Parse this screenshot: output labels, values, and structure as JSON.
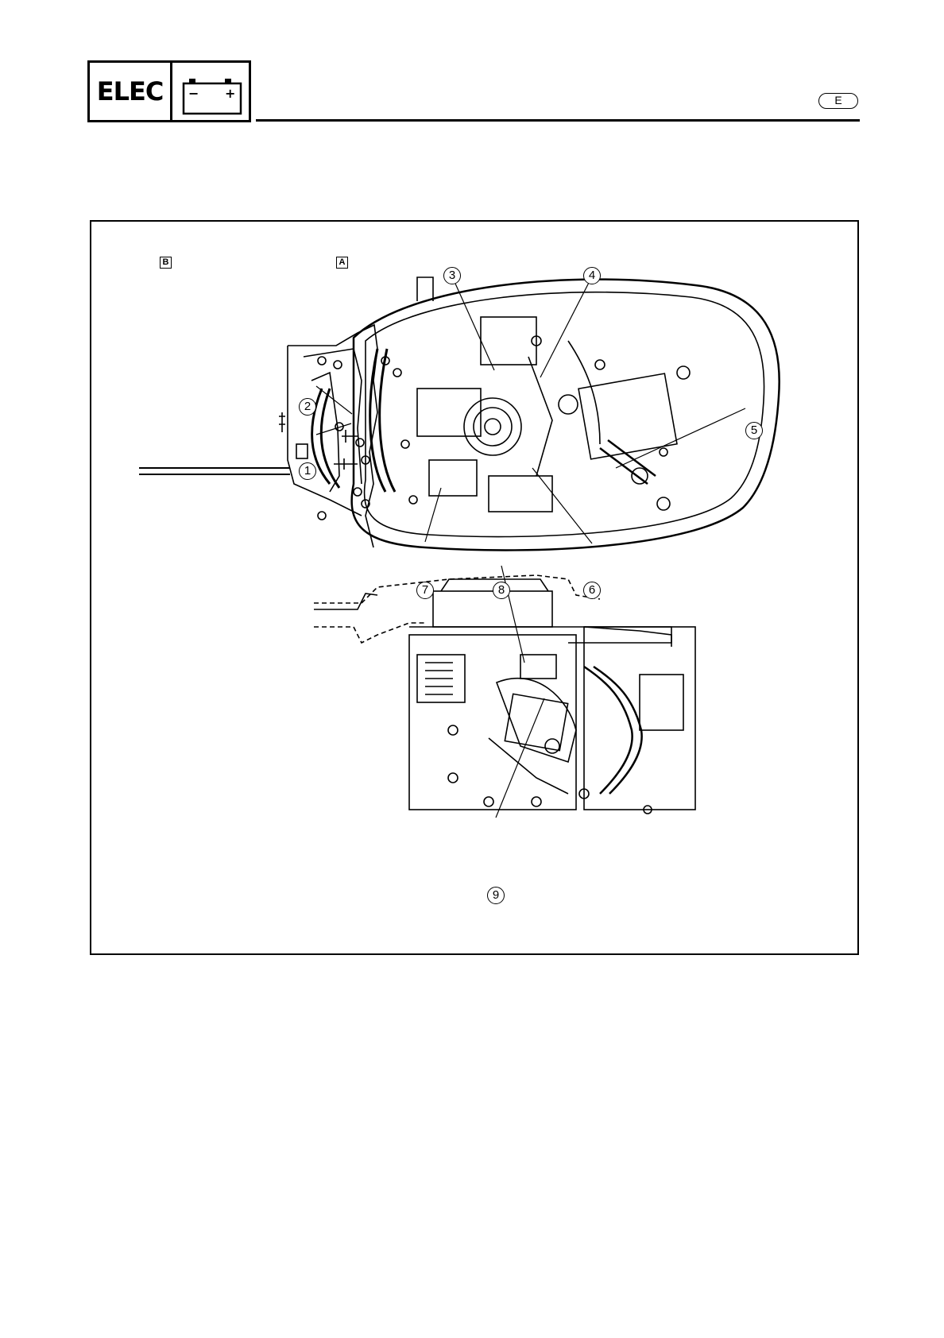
{
  "header": {
    "section_code": "ELEC",
    "section_icon": "battery-icon",
    "battery_minus": "−",
    "battery_plus": "+",
    "language_code": "E"
  },
  "figure": {
    "view_labels": {
      "b": "B",
      "a": "A"
    },
    "callouts": [
      "1",
      "2",
      "3",
      "4",
      "5",
      "6",
      "7",
      "8",
      "9"
    ]
  }
}
